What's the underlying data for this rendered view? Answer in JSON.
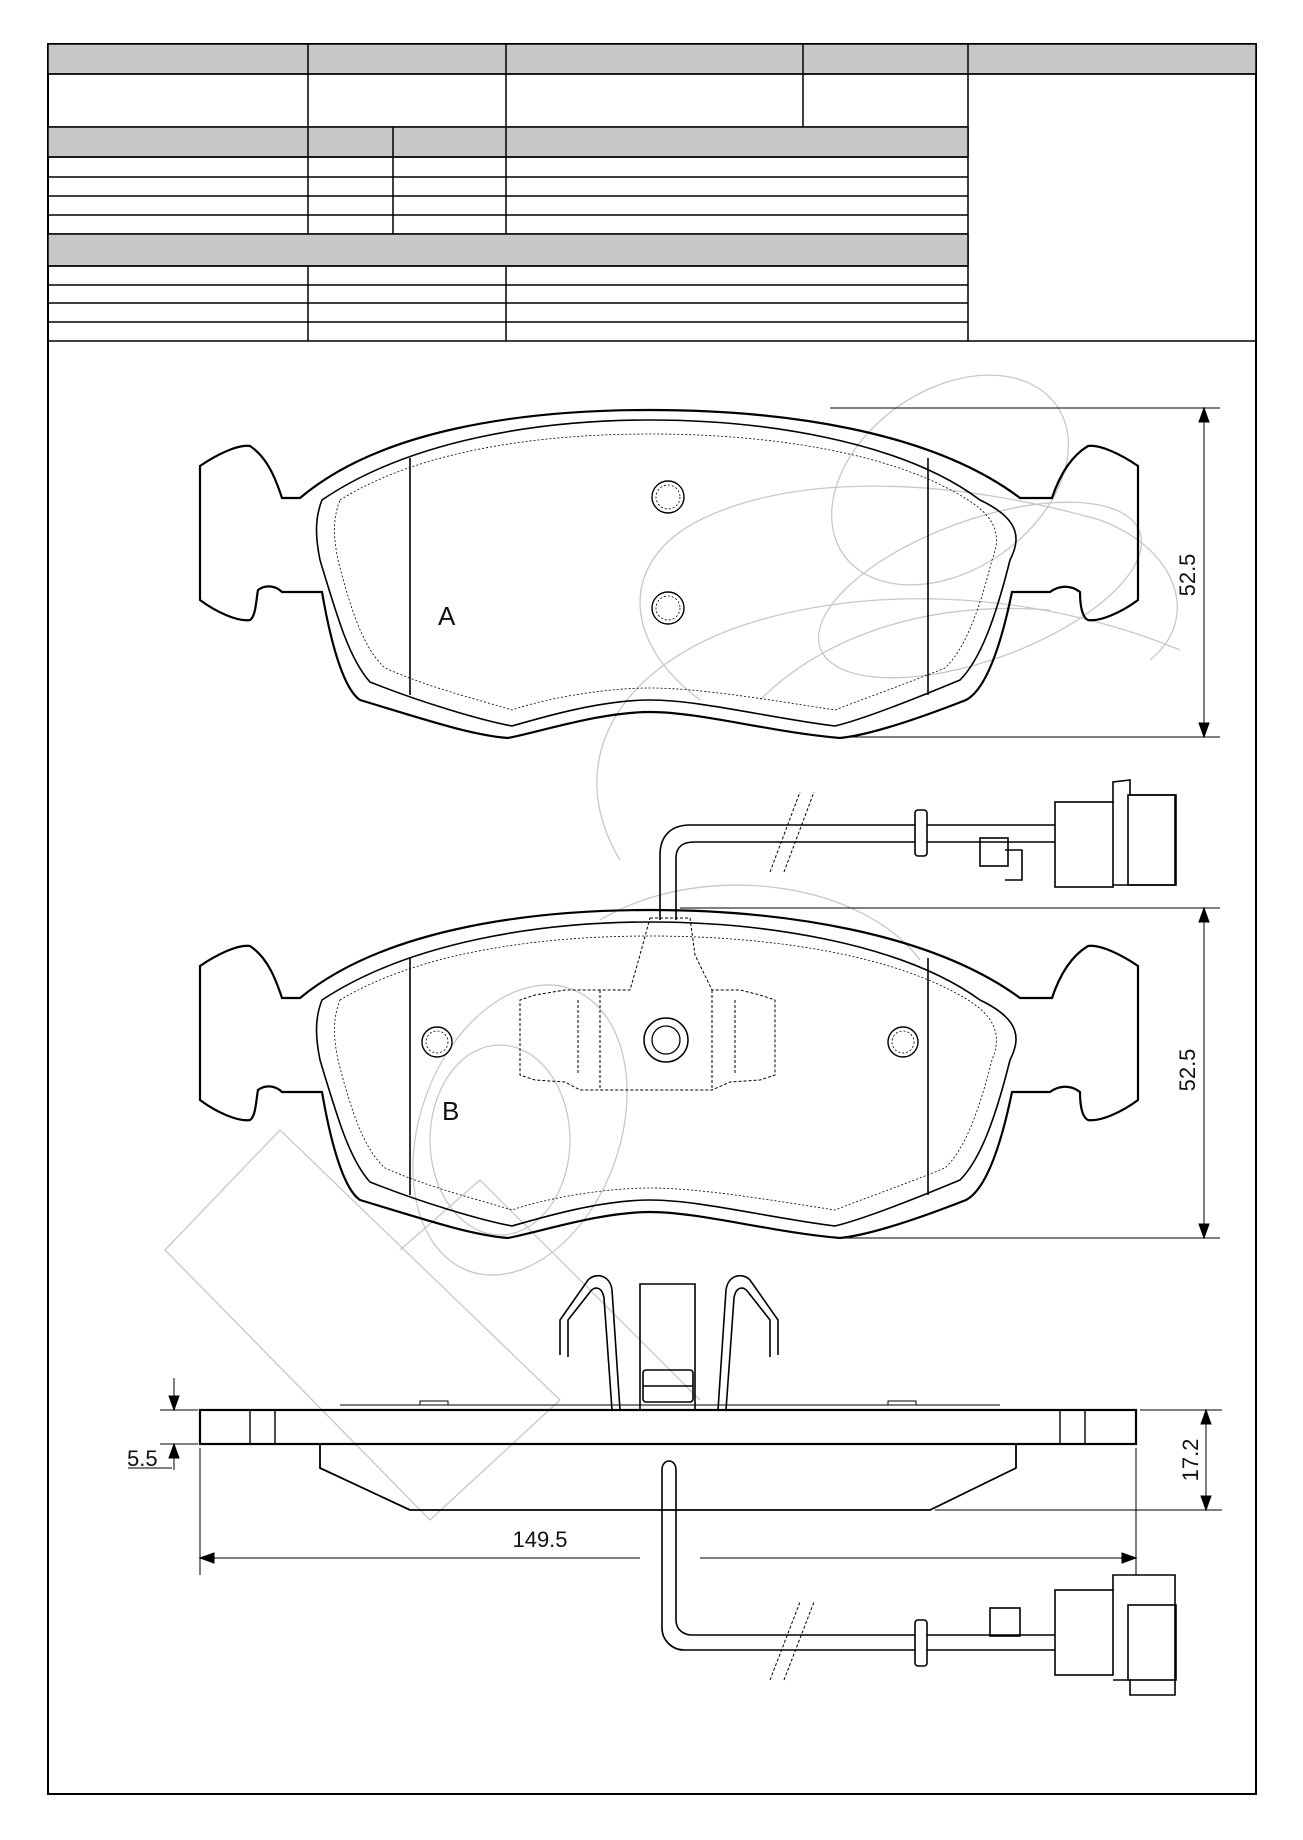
{
  "header_table": {
    "shaded_color": "#c8c8c8",
    "line_color": "#000000"
  },
  "drawing": {
    "line_color": "#000000",
    "watermark_color": "#c8c8c8",
    "pad_a": {
      "label": "A",
      "height_dimension": "52.5"
    },
    "pad_b": {
      "label": "B",
      "height_dimension": "52.5"
    },
    "side_view": {
      "width_dimension": "149.5",
      "thickness_dimension": "17.2",
      "backplate_dimension": "5.5"
    }
  }
}
